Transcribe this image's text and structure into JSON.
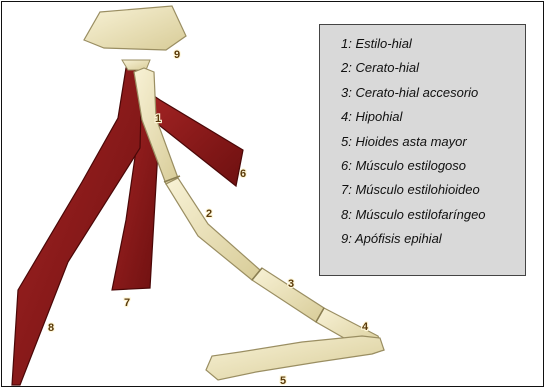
{
  "legend": {
    "items": [
      "1: Estilo-hial",
      "2: Cerato-hial",
      "3: Cerato-hial accesorio",
      "4: Hipohial",
      "5: Hioides asta mayor",
      "6: Músculo estilogoso",
      "7: Músculo estilohioideo",
      "8: Músculo estilofaríngeo",
      "9: Apófisis epihial"
    ]
  },
  "labels": {
    "n1": "1",
    "n2": "2",
    "n3": "3",
    "n4": "4",
    "n5": "5",
    "n6": "6",
    "n7": "7",
    "n8": "8",
    "n9": "9"
  },
  "colors": {
    "bone": "#ece3ba",
    "bone_shadow": "#9a8e62",
    "muscle": "#8c1c1c",
    "muscle_edge": "#4a0707",
    "legend_bg": "#d9d9d9"
  }
}
